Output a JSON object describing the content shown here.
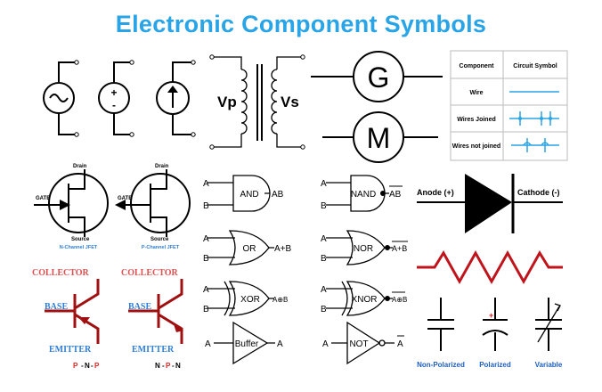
{
  "title": "Electronic Component Symbols",
  "transformer": {
    "vp": "Vp",
    "vs": "Vs"
  },
  "machines": {
    "generator": "G",
    "motor": "M"
  },
  "wire_table": {
    "headers": [
      "Component",
      "Circuit Symbol"
    ],
    "rows": [
      "Wire",
      "Wires Joined",
      "Wires not joined"
    ]
  },
  "jfet": [
    {
      "drain": "Drain",
      "gate": "GATE",
      "source": "Source",
      "caption": "N-Channel JFET"
    },
    {
      "drain": "Drain",
      "gate": "GATE",
      "source": "Source",
      "caption": "P-Channel JFET"
    }
  ],
  "bjt": [
    {
      "collector": "COLLECTOR",
      "base": "BASE",
      "emitter": "EMITTER",
      "type": [
        "P",
        "N",
        "P"
      ]
    },
    {
      "collector": "COLLECTOR",
      "base": "BASE",
      "emitter": "EMITTER",
      "type": [
        "N",
        "P",
        "N"
      ]
    }
  ],
  "gates": {
    "and": {
      "label": "AND",
      "in_a": "A",
      "in_b": "B",
      "out": "AB"
    },
    "nand": {
      "label": "NAND",
      "in_a": "A",
      "in_b": "B",
      "out": "AB"
    },
    "or": {
      "label": "OR",
      "in_a": "A",
      "in_b": "B",
      "out": "A+B"
    },
    "nor": {
      "label": "NOR",
      "in_a": "A",
      "in_b": "B",
      "out": "A+B"
    },
    "xor": {
      "label": "XOR",
      "in_a": "A",
      "in_b": "B",
      "out": "A⊕B"
    },
    "xnor": {
      "label": "XNOR",
      "in_a": "A",
      "in_b": "B",
      "out": "A⊕B"
    },
    "buffer": {
      "label": "Buffer",
      "in": "A",
      "out": "A"
    },
    "not": {
      "label": "NOT",
      "in": "A",
      "out": "A"
    }
  },
  "diode": {
    "anode": "Anode (+)",
    "cathode": "Cathode (-)"
  },
  "capacitors": [
    "Non-Polarized",
    "Polarized",
    "Variable"
  ],
  "colors": {
    "title": "#29a4e6",
    "resistor": "#c0141c",
    "bjt": "#a01010",
    "bjt_label": "#e05050",
    "caption": "#2f7fd6",
    "cap_label": "#1f5fbf"
  }
}
